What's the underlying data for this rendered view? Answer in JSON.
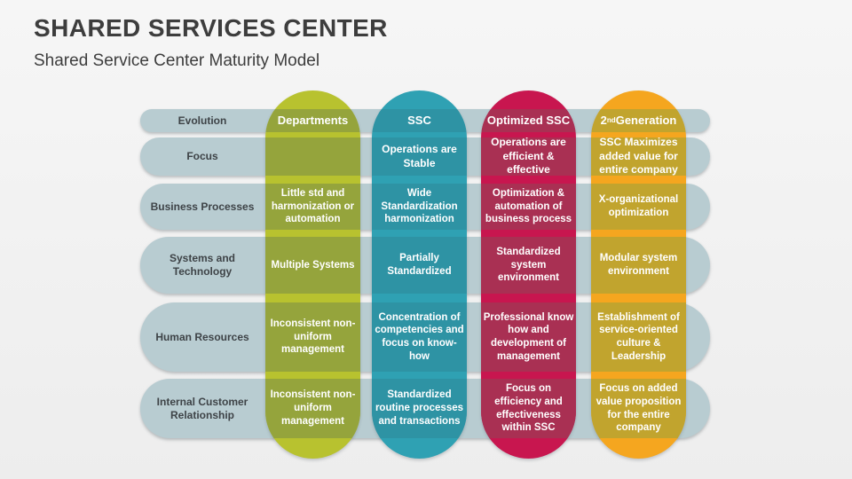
{
  "slide": {
    "title": "SHARED SERVICES CENTER",
    "subtitle": "Shared Service Center Maturity Model"
  },
  "colors": {
    "row_pill": "#b8ccd1",
    "row_label_text": "#3e4347",
    "cell_text": "#ffffff",
    "title_text": "#3d3d3d",
    "background": "#f1f1f1"
  },
  "matrix": {
    "row_labels": [
      "Evolution",
      "Focus",
      "Business Processes",
      "Systems and Technology",
      "Human Resources",
      "Internal Customer Relationship"
    ],
    "columns": [
      {
        "header": "Departments",
        "cap_color": "#b8c22f",
        "cell_color": "#95a43c",
        "cells": [
          "",
          "Little std and harmonization or automation",
          "Multiple Systems",
          "Inconsistent non-uniform management",
          "Inconsistent non-uniform management"
        ]
      },
      {
        "header": "SSC",
        "cap_color": "#2fa1b3",
        "cell_color": "#2e93a4",
        "cells": [
          "Operations are Stable",
          "Wide Standardization harmonization",
          "Partially Standardized",
          "Concentration of competencies and focus on know-how",
          "Standardized routine processes and transactions"
        ]
      },
      {
        "header": "Optimized SSC",
        "cap_color": "#c8164f",
        "cell_color": "#a93053",
        "cells": [
          "Operations are efficient & effective",
          "Optimization & automation of business process",
          "Standardized system environment",
          "Professional know how and development of management",
          "Focus on efficiency and effectiveness within SSC"
        ]
      },
      {
        "header_num": "2",
        "header_sup": "nd",
        "header_rest": " Generation",
        "cap_color": "#f5a61f",
        "cell_color": "#c1a42e",
        "cells": [
          "SSC Maximizes added value for entire company",
          "X-organizational optimization",
          "Modular system environment",
          "Establishment of service-oriented culture & Leadership",
          "Focus on added value proposition for the entire company"
        ]
      }
    ]
  }
}
